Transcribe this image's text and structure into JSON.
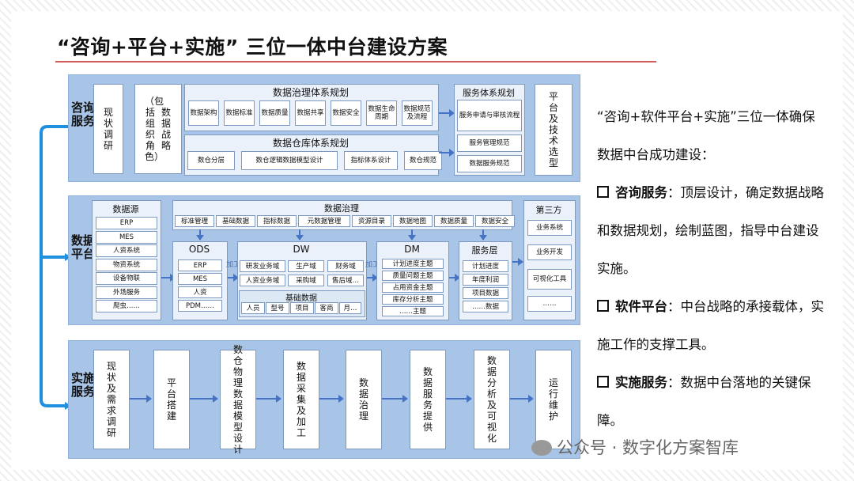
{
  "title": "“咨询+平台+实施” 三位一体中台建设方案",
  "consult": {
    "label": "咨询服务",
    "survey": "现状调研",
    "strategy": "数据战略",
    "strategy_paren": "（包括组织角色）",
    "gov_title": "数据治理体系规划",
    "gov_items": [
      "数据架构",
      "数据标准",
      "数据质量",
      "数据共享",
      "数据安全",
      "数据生命周期",
      "数据规范及流程"
    ],
    "wh_title": "数据仓库体系规划",
    "wh_items": [
      "数仓分层",
      "数仓逻辑数据模型设计",
      "指标体系设计",
      "数仓规范"
    ],
    "svc_title": "服务体系规划",
    "svc_items": [
      "服务申请与审核流程",
      "服务管理规范",
      "数据服务规范"
    ],
    "platform": "平台及技术选型"
  },
  "dataplat": {
    "label": "数据平台",
    "source_title": "数据源",
    "sources": [
      "ERP",
      "MES",
      "人资系统",
      "物资系统",
      "设备物联",
      "外场服务",
      "爬虫……"
    ],
    "gov_title": "数据治理",
    "gov_items": [
      "标准管理",
      "基础数据",
      "指标数据",
      "元数据管理",
      "资源目录",
      "数据地图",
      "数据质量",
      "数据安全"
    ],
    "ods_title": "ODS",
    "ods_items": [
      "ERP",
      "MES",
      "人资",
      "PDM……"
    ],
    "process_label": "加工",
    "dw_title": "DW",
    "dw_items": [
      "研发业务域",
      "生产域",
      "财务域",
      "人资业务域",
      "采购域",
      "售后域…"
    ],
    "base_title": "基础数据",
    "base_items": [
      "人员",
      "型号",
      "项目",
      "客商",
      "月…"
    ],
    "dm_title": "DM",
    "dm_items": [
      "计划进度主题",
      "质量问题主题",
      "占用资金主题",
      "库存分析主题",
      "……主题"
    ],
    "svc_title": "服务层",
    "svc_items": [
      "计划进度",
      "年度利润",
      "项目数据",
      "……数据"
    ],
    "third_title": "第三方",
    "third_items": [
      "业务系统",
      "业务开发",
      "可视化工具",
      "……"
    ]
  },
  "impl": {
    "label": "实施服务",
    "steps": [
      "现状及需求调研",
      "平台搭建",
      "数仓物理数据模型设计",
      "数据采集及加工",
      "数据治理",
      "数据服务提供",
      "数据分析及可视化",
      "运行维护"
    ]
  },
  "sidebar": {
    "intro": "“咨询+软件平台+实施”三位一体确保数据中台成功建设：",
    "items": [
      {
        "head": "咨询服务",
        "text": "：顶层设计，确定数据战略和数据规划，绘制蓝图，指导中台建设实施。"
      },
      {
        "head": "软件平台",
        "text": "：中台战略的承接载体，实施工作的支撑工具。"
      },
      {
        "head": "实施服务",
        "text": "：数据中台落地的关键保障。"
      }
    ]
  },
  "watermark": "公众号 · 数字化方案智库",
  "colors": {
    "panel": "#a8c4e6",
    "arrow": "#4472c4",
    "title_rule": "#d55a5a"
  }
}
